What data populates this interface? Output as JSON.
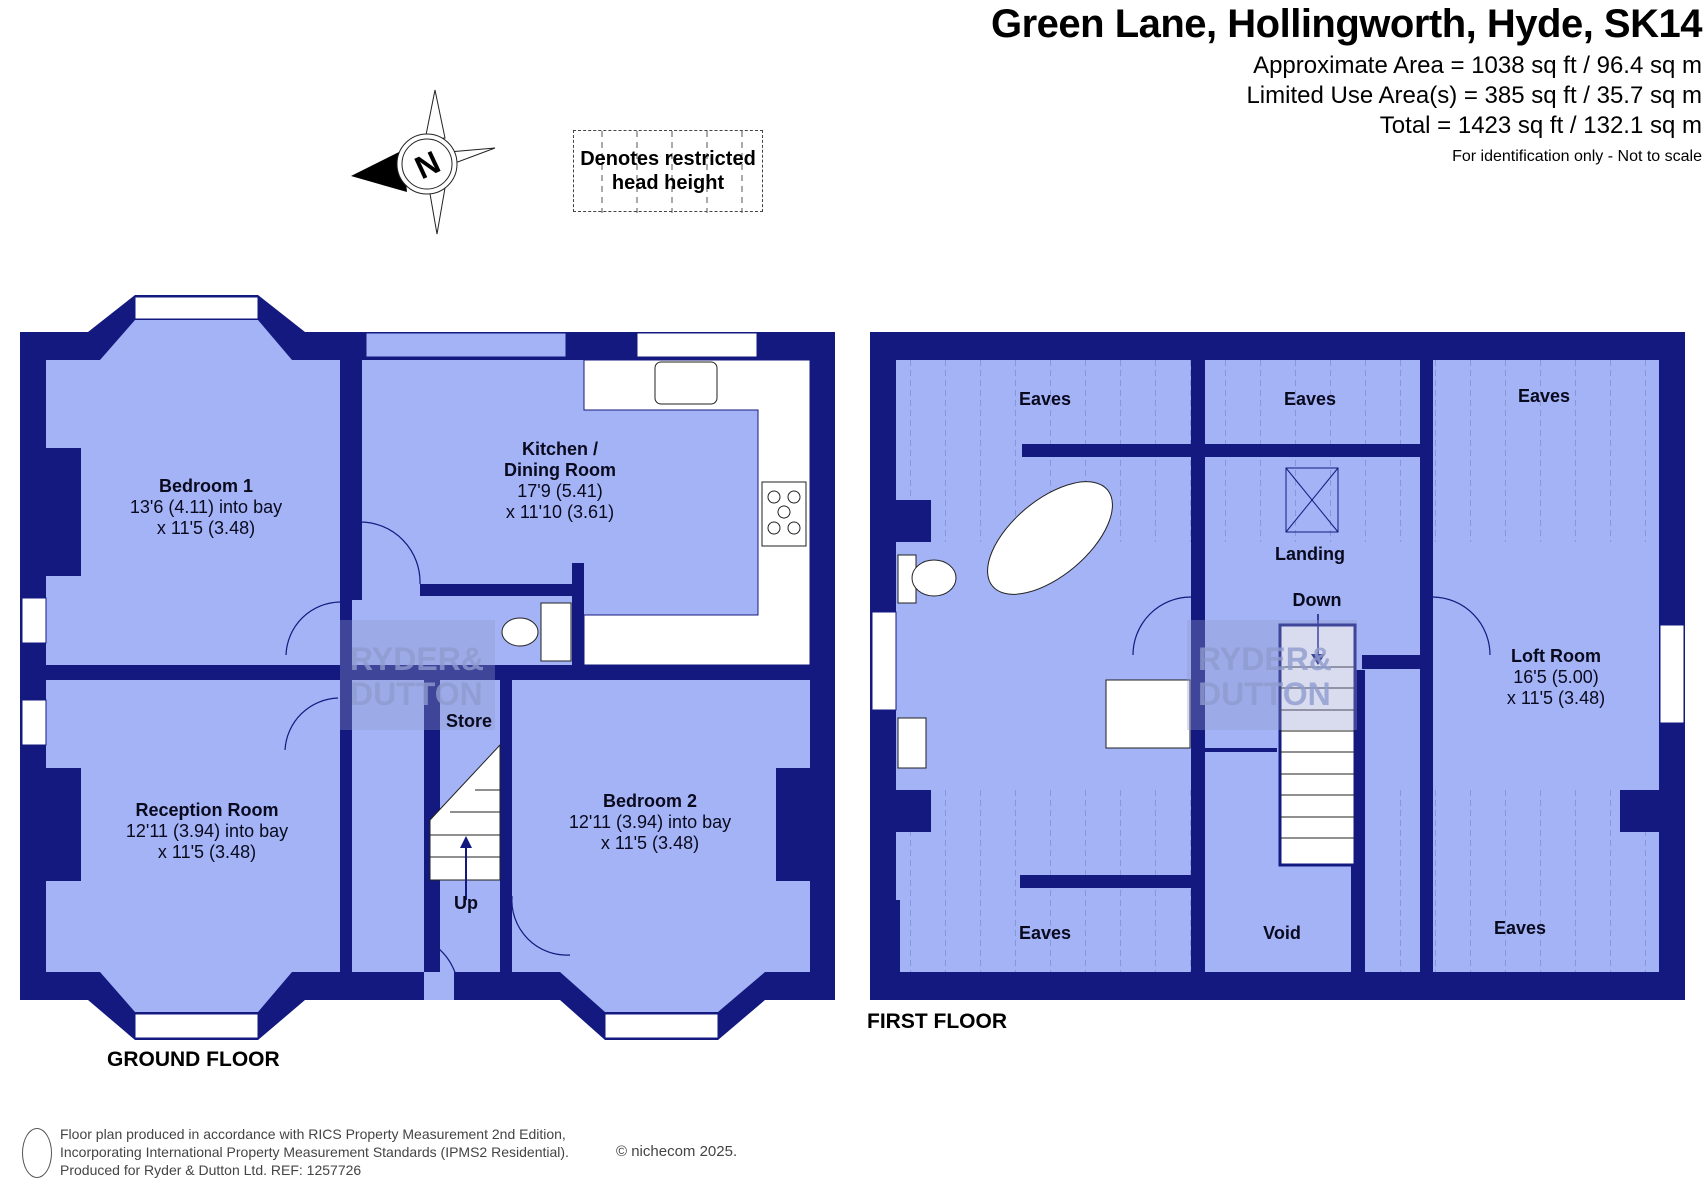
{
  "header": {
    "title": "Green Lane, Hollingworth, Hyde, SK14",
    "approximate_area": "Approximate Area = 1038 sq ft / 96.4 sq m",
    "limited_use_area": "Limited Use Area(s) = 385 sq ft / 35.7 sq m",
    "total_area": "Total = 1423 sq ft / 132.1 sq m",
    "disclaimer": "For identification only - Not to scale"
  },
  "compass": {
    "label": "N",
    "icon": "north-arrow-compass-icon"
  },
  "legend": {
    "line1": "Denotes restricted",
    "line2": "head height"
  },
  "colors": {
    "wall": "#14197f",
    "floor": "#a3b3f5",
    "fixture": "#ffffff",
    "watermark": "#8f9ccf"
  },
  "watermark": {
    "line1": "RYDER&",
    "line2": "DUTTON"
  },
  "ground_floor": {
    "label": "GROUND FLOOR",
    "rooms": [
      {
        "name": "Bedroom 1",
        "dim1": "13'6 (4.11) into bay",
        "dim2": "x 11'5 (3.48)"
      },
      {
        "name_line1": "Kitchen /",
        "name_line2": "Dining Room",
        "dim1": "17'9 (5.41)",
        "dim2": "x 11'10 (3.61)"
      },
      {
        "name": "Reception Room",
        "dim1": "12'11 (3.94) into bay",
        "dim2": "x 11'5 (3.48)"
      },
      {
        "name": "Bedroom 2",
        "dim1": "12'11 (3.94) into bay",
        "dim2": "x 11'5 (3.48)"
      },
      {
        "name": "Store"
      }
    ],
    "stairs_label": "Up"
  },
  "first_floor": {
    "label": "FIRST FLOOR",
    "eaves_label": "Eaves",
    "landing": "Landing",
    "stairs_label": "Down",
    "void": "Void",
    "loft_room": {
      "name": "Loft Room",
      "dim1": "16'5 (5.00)",
      "dim2": "x 11'5 (3.48)"
    }
  },
  "footer": {
    "line1": "Floor plan produced in accordance with RICS Property Measurement 2nd Edition,",
    "line2": "Incorporating International Property Measurement Standards (IPMS2 Residential).",
    "line3": "Produced for Ryder & Dutton Ltd.   REF:  1257726",
    "copyright": "© nichecom 2025."
  }
}
